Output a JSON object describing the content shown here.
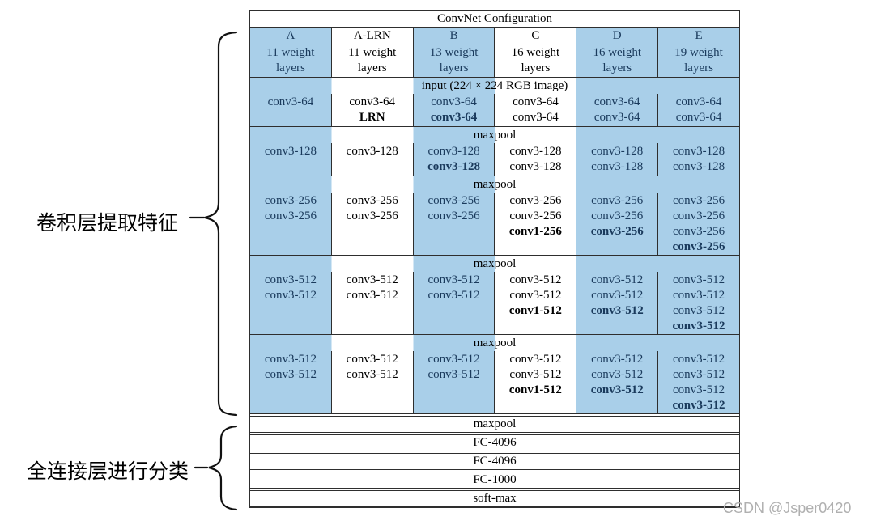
{
  "colors": {
    "highlight_blue": "#a9cfe9",
    "navy_text": "#1a3a5c",
    "border": "#2e2e2e",
    "watermark_gray": "#b0b0b0"
  },
  "annotations": {
    "conv_label": "卷积层提取特征",
    "fc_label": "全连接层进行分类"
  },
  "watermark": "CSDN @Jsper0420",
  "table": {
    "title": "ConvNet Configuration",
    "columns": [
      {
        "name": "A",
        "layers": "11 weight layers",
        "highlighted": true
      },
      {
        "name": "A-LRN",
        "layers": "11 weight layers",
        "highlighted": false
      },
      {
        "name": "B",
        "layers": "13 weight layers",
        "highlighted": true
      },
      {
        "name": "C",
        "layers": "16 weight layers",
        "highlighted": false
      },
      {
        "name": "D",
        "layers": "16 weight layers",
        "highlighted": true
      },
      {
        "name": "E",
        "layers": "19 weight layers",
        "highlighted": true
      }
    ],
    "input_row": "input (224 × 224 RGB image)",
    "maxpool_label": "maxpool",
    "blocks": [
      [
        [
          "conv3-64"
        ],
        [
          "conv3-64",
          {
            "text": "LRN",
            "bold": true
          }
        ],
        [
          "conv3-64",
          {
            "text": "conv3-64",
            "bold": true
          }
        ],
        [
          "conv3-64",
          "conv3-64"
        ],
        [
          "conv3-64",
          "conv3-64"
        ],
        [
          "conv3-64",
          "conv3-64"
        ]
      ],
      [
        [
          "conv3-128"
        ],
        [
          "conv3-128"
        ],
        [
          "conv3-128",
          {
            "text": "conv3-128",
            "bold": true
          }
        ],
        [
          "conv3-128",
          "conv3-128"
        ],
        [
          "conv3-128",
          "conv3-128"
        ],
        [
          "conv3-128",
          "conv3-128"
        ]
      ],
      [
        [
          "conv3-256",
          "conv3-256"
        ],
        [
          "conv3-256",
          "conv3-256"
        ],
        [
          "conv3-256",
          "conv3-256"
        ],
        [
          "conv3-256",
          "conv3-256",
          {
            "text": "conv1-256",
            "bold": true
          }
        ],
        [
          "conv3-256",
          "conv3-256",
          {
            "text": "conv3-256",
            "bold": true
          }
        ],
        [
          "conv3-256",
          "conv3-256",
          "conv3-256",
          {
            "text": "conv3-256",
            "bold": true
          }
        ]
      ],
      [
        [
          "conv3-512",
          "conv3-512"
        ],
        [
          "conv3-512",
          "conv3-512"
        ],
        [
          "conv3-512",
          "conv3-512"
        ],
        [
          "conv3-512",
          "conv3-512",
          {
            "text": "conv1-512",
            "bold": true
          }
        ],
        [
          "conv3-512",
          "conv3-512",
          {
            "text": "conv3-512",
            "bold": true
          }
        ],
        [
          "conv3-512",
          "conv3-512",
          "conv3-512",
          {
            "text": "conv3-512",
            "bold": true
          }
        ]
      ],
      [
        [
          "conv3-512",
          "conv3-512"
        ],
        [
          "conv3-512",
          "conv3-512"
        ],
        [
          "conv3-512",
          "conv3-512"
        ],
        [
          "conv3-512",
          "conv3-512",
          {
            "text": "conv1-512",
            "bold": true
          }
        ],
        [
          "conv3-512",
          "conv3-512",
          {
            "text": "conv3-512",
            "bold": true
          }
        ],
        [
          "conv3-512",
          "conv3-512",
          "conv3-512",
          {
            "text": "conv3-512",
            "bold": true
          }
        ]
      ]
    ],
    "fc_rows": [
      "maxpool",
      "FC-4096",
      "FC-4096",
      "FC-1000",
      "soft-max"
    ]
  }
}
